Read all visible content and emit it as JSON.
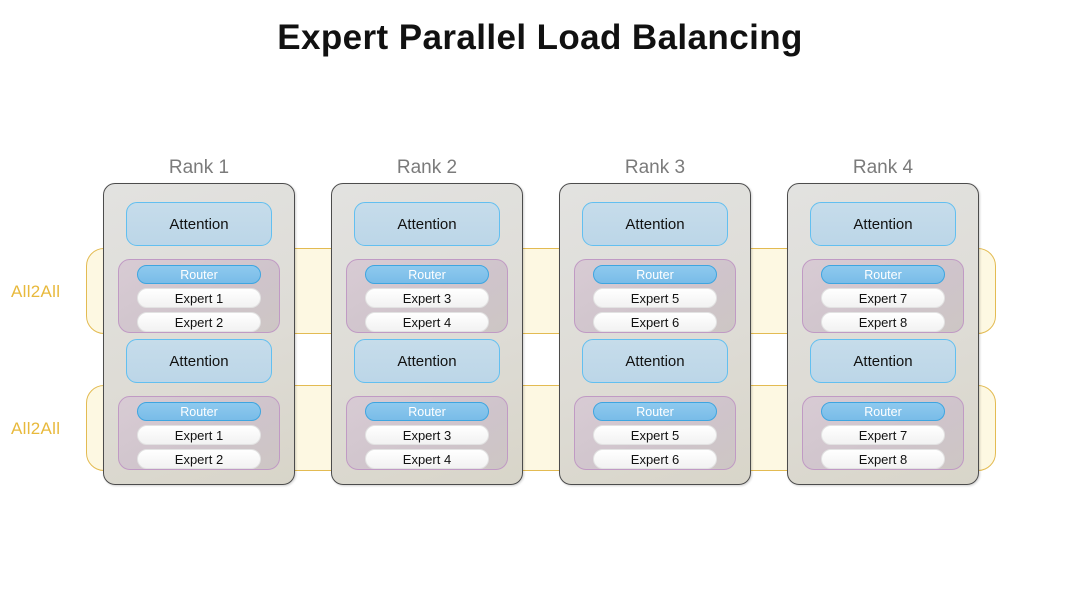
{
  "title": "Expert Parallel Load Balancing",
  "colors": {
    "title": "#111111",
    "rank_label": "#7b7b7b",
    "panel_fill": "#dedcd6",
    "panel_border": "#4c4c4c",
    "attention_fill": "#bcd6e8",
    "attention_border": "#62bff0",
    "moe_fill": "#cfc4cb",
    "moe_border": "#c09ac4",
    "router_fill": "#79bce8",
    "router_border": "#3ea5e0",
    "router_text": "#ffffff",
    "expert_fill": "#f5f5f5",
    "expert_text": "#111111",
    "all2all_fill": "#fdf8e2",
    "all2all_border": "#e3bb52",
    "all2all_text": "#e8b93c"
  },
  "all2all": {
    "label": "All2All",
    "bands": [
      {
        "label": "All2All"
      },
      {
        "label": "All2All"
      }
    ]
  },
  "ranks": [
    {
      "title": "Rank 1",
      "layers": [
        {
          "type": "attention",
          "label": "Attention"
        },
        {
          "type": "moe",
          "router": "Router",
          "experts": [
            "Expert 1",
            "Expert 2"
          ]
        },
        {
          "type": "attention",
          "label": "Attention"
        },
        {
          "type": "moe",
          "router": "Router",
          "experts": [
            "Expert 1",
            "Expert 2"
          ]
        }
      ]
    },
    {
      "title": "Rank 2",
      "layers": [
        {
          "type": "attention",
          "label": "Attention"
        },
        {
          "type": "moe",
          "router": "Router",
          "experts": [
            "Expert 3",
            "Expert 4"
          ]
        },
        {
          "type": "attention",
          "label": "Attention"
        },
        {
          "type": "moe",
          "router": "Router",
          "experts": [
            "Expert 3",
            "Expert 4"
          ]
        }
      ]
    },
    {
      "title": "Rank 3",
      "layers": [
        {
          "type": "attention",
          "label": "Attention"
        },
        {
          "type": "moe",
          "router": "Router",
          "experts": [
            "Expert 5",
            "Expert 6"
          ]
        },
        {
          "type": "attention",
          "label": "Attention"
        },
        {
          "type": "moe",
          "router": "Router",
          "experts": [
            "Expert 5",
            "Expert 6"
          ]
        }
      ]
    },
    {
      "title": "Rank 4",
      "layers": [
        {
          "type": "attention",
          "label": "Attention"
        },
        {
          "type": "moe",
          "router": "Router",
          "experts": [
            "Expert 7",
            "Expert 8"
          ]
        },
        {
          "type": "attention",
          "label": "Attention"
        },
        {
          "type": "moe",
          "router": "Router",
          "experts": [
            "Expert 7",
            "Expert 8"
          ]
        }
      ]
    }
  ]
}
